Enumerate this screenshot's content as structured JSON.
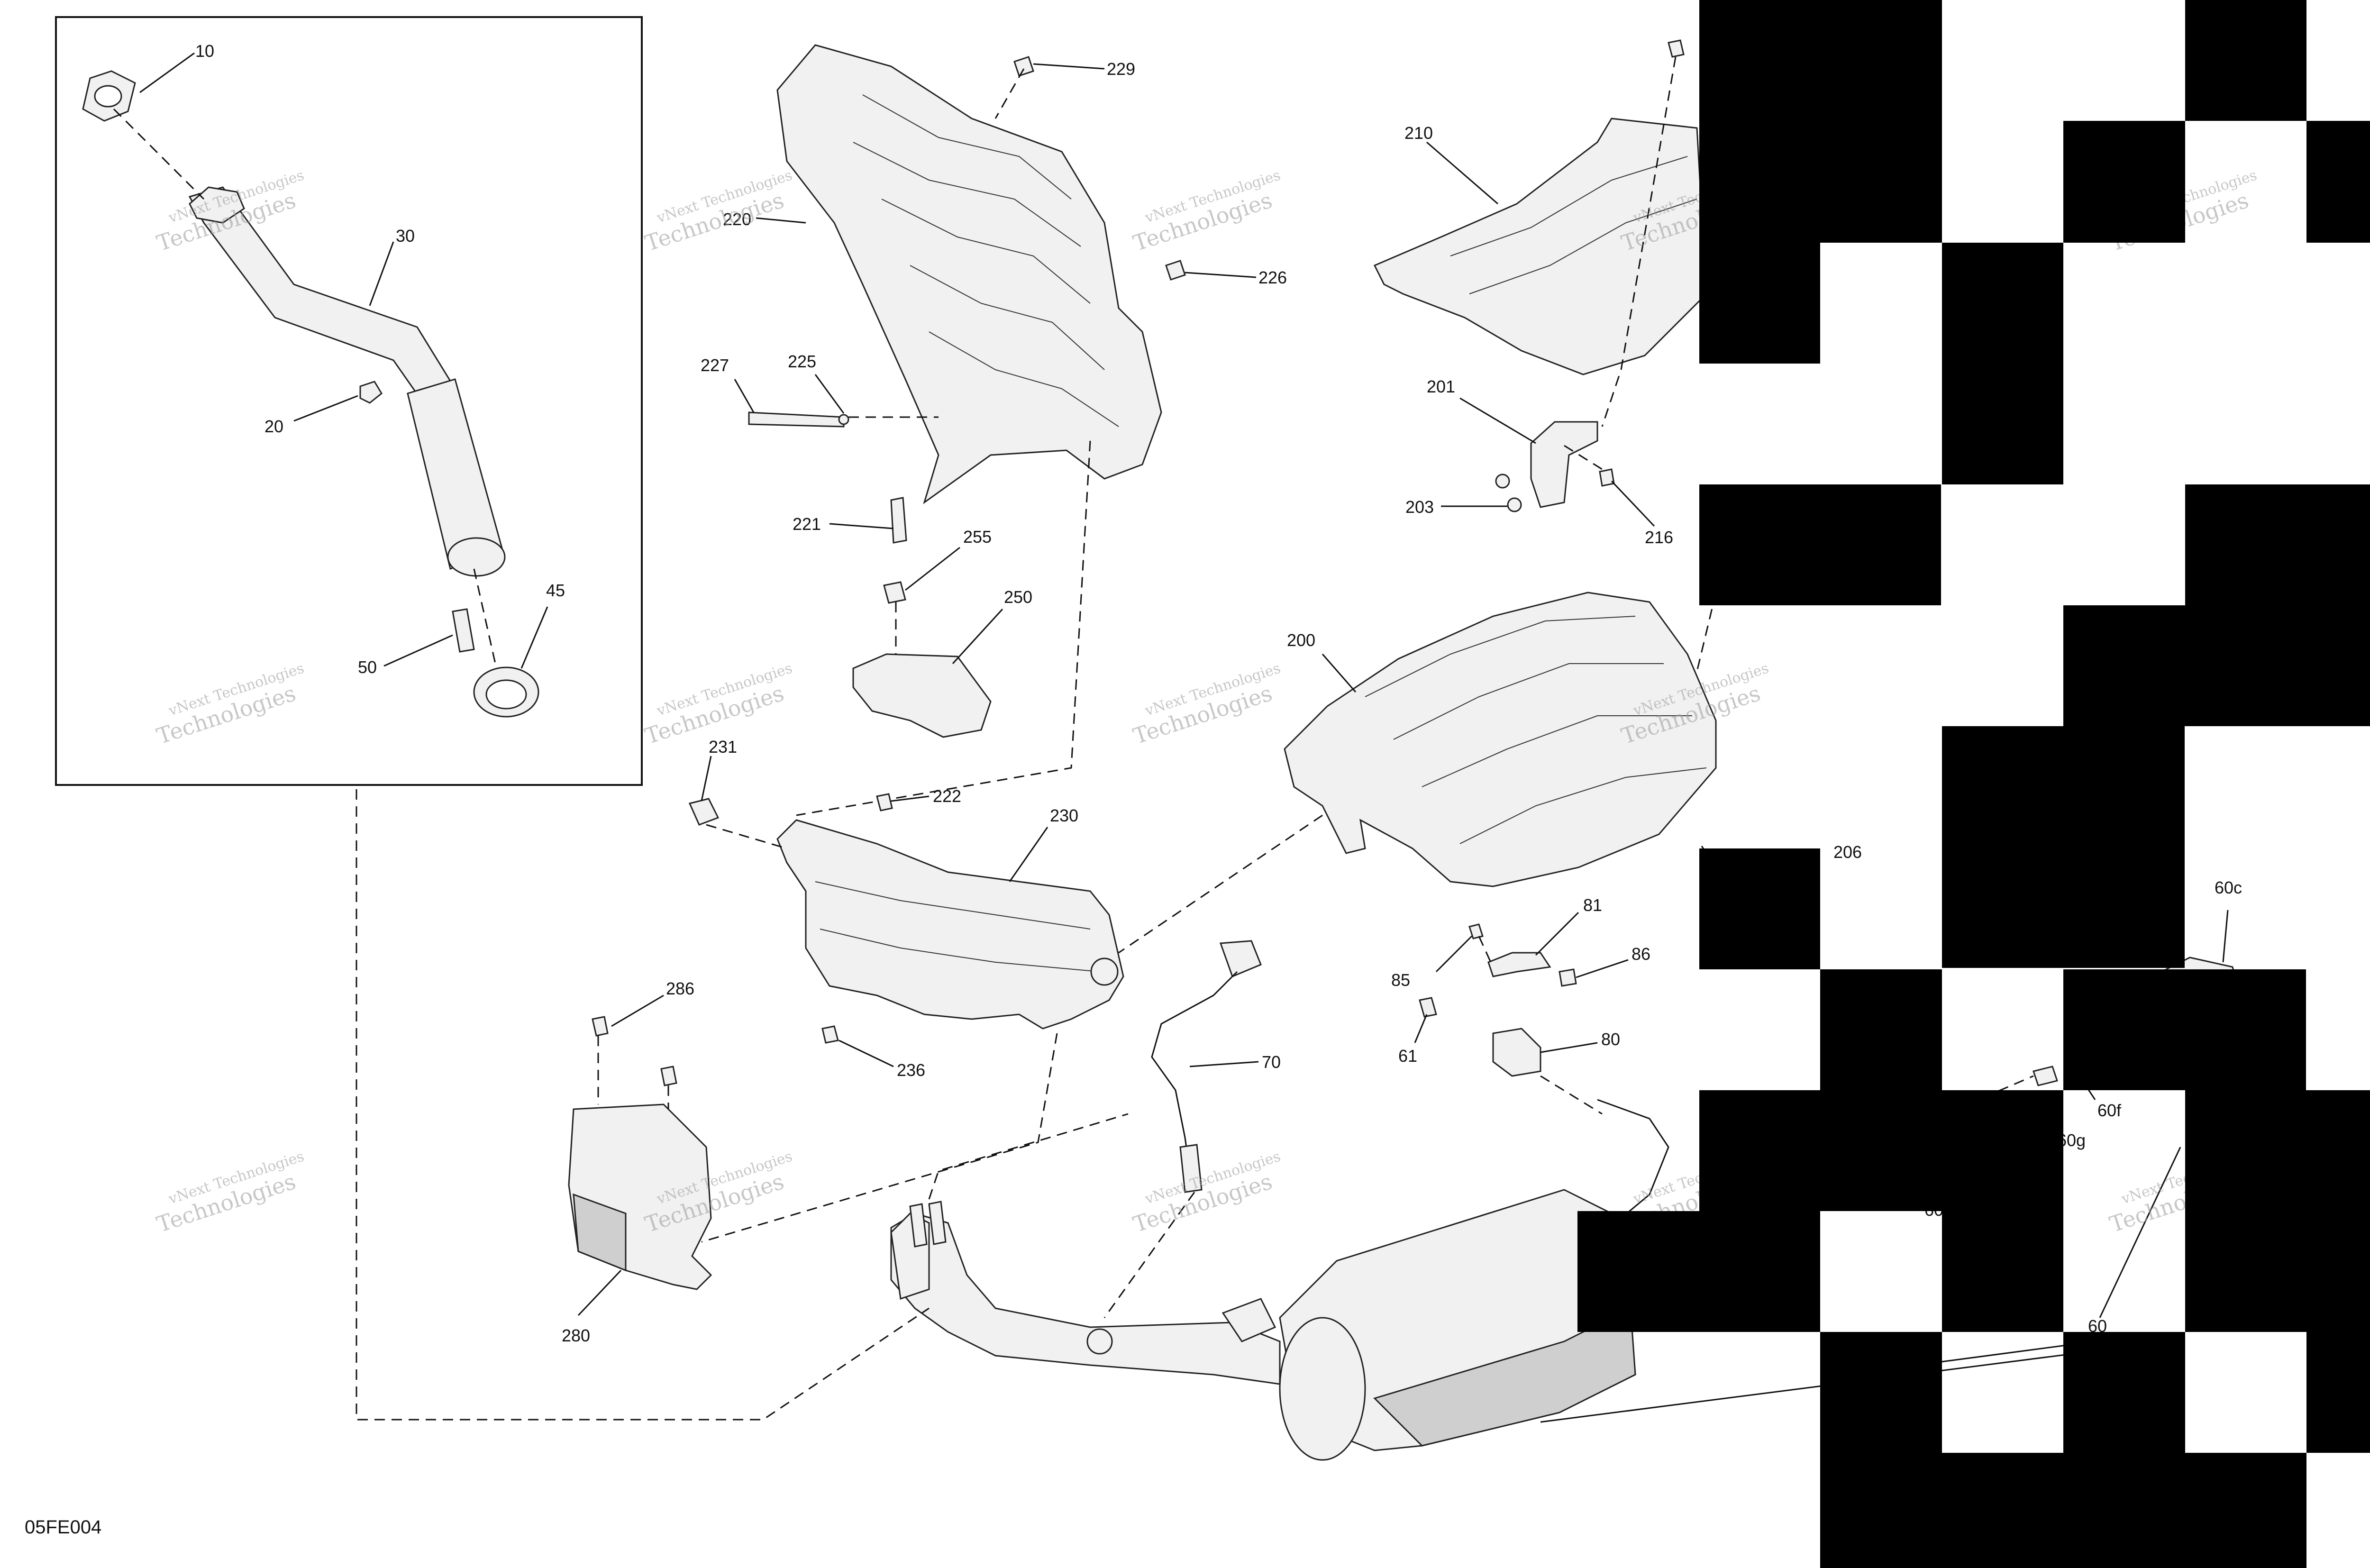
{
  "drawing_code": "05FE004",
  "watermark": {
    "line1": "vNext Technologies",
    "line2": "Technologies"
  },
  "callouts": {
    "c10": "10",
    "c30": "30",
    "c20": "20",
    "c50": "50",
    "c45": "45",
    "c229": "229",
    "c220": "220",
    "c226": "226",
    "c227": "227",
    "c225": "225",
    "c221": "221",
    "c255": "255",
    "c250": "250",
    "c210": "210",
    "c201": "201",
    "c203": "203",
    "c216": "216",
    "c200": "200",
    "c231": "231",
    "c222": "222",
    "c230": "230",
    "c236": "236",
    "c206": "206",
    "c81": "81",
    "c85": "85",
    "c86": "86",
    "c61": "61",
    "c80": "80",
    "c70": "70",
    "c286": "286",
    "c280": "280",
    "c60c": "60c",
    "c60f": "60f",
    "c60g": "60g",
    "c60d": "60d",
    "c60": "60"
  },
  "colors": {
    "line": "#222222",
    "fill": "#f1f1f1",
    "shade": "#cfcfcf",
    "redaction": "#000000"
  }
}
